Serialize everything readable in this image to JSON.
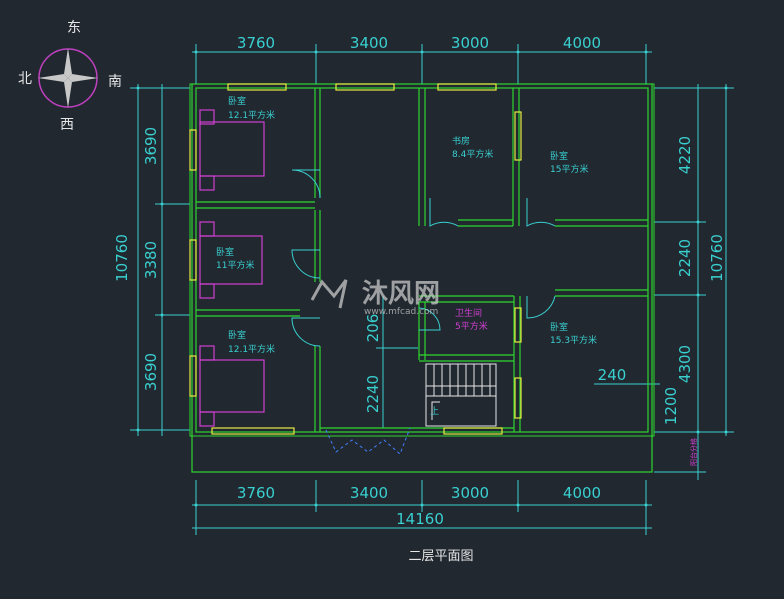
{
  "title": "二层平面图",
  "compass": {
    "north": "北",
    "south": "南",
    "east": "东",
    "west": "西"
  },
  "dimensions": {
    "top": [
      "3760",
      "3400",
      "3000",
      "4000"
    ],
    "bottom": [
      "3760",
      "3400",
      "3000",
      "4000"
    ],
    "total_width": "14160",
    "left_total": "10760",
    "left_segments": [
      "3690",
      "3380",
      "3690"
    ],
    "right_total": "10760",
    "right_segments": [
      "4220",
      "2240",
      "4300",
      "1200"
    ],
    "interior": {
      "wall_240": "240",
      "stair_2240": "2240",
      "stair_206": "206"
    }
  },
  "rooms": [
    {
      "name": "卧室",
      "area": "12.1平方米"
    },
    {
      "name": "卧室",
      "area": "11平方米"
    },
    {
      "name": "卧室",
      "area": "12.1平方米"
    },
    {
      "name": "书房",
      "area": "8.4平方米"
    },
    {
      "name": "卧室",
      "area": "15平方米"
    },
    {
      "name": "卫生间",
      "area": "5平方米"
    },
    {
      "name": "卧室",
      "area": "15.3平方米"
    }
  ],
  "stair_label": "上",
  "balcony_note": "阳台分格",
  "watermark": {
    "brand": "沐风网",
    "url": "www.mfcad.com"
  },
  "colors": {
    "background": "#212830",
    "wall": "#2fd62f",
    "window": "#e8e840",
    "dimension": "#39d0d0",
    "furniture": "#d040d0",
    "stairs": "#e6e6e6"
  }
}
